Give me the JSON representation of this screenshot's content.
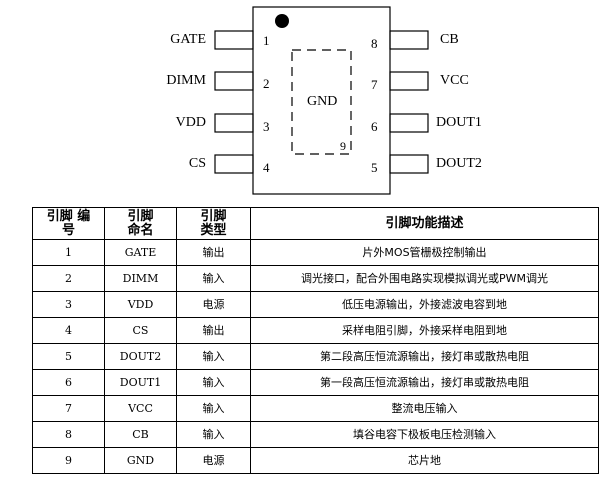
{
  "diagram": {
    "center_label": "GND",
    "pad_number": "9",
    "left_pins": [
      {
        "label": "GATE",
        "number": "1"
      },
      {
        "label": "DIMM",
        "number": "2"
      },
      {
        "label": "VDD",
        "number": "3"
      },
      {
        "label": "CS",
        "number": "4"
      }
    ],
    "right_pins": [
      {
        "label": "CB",
        "number": "8"
      },
      {
        "label": "VCC",
        "number": "7"
      },
      {
        "label": "DOUT1",
        "number": "6"
      },
      {
        "label": "DOUT2",
        "number": "5"
      }
    ]
  },
  "table": {
    "headers": {
      "col1_line1": "引脚 编",
      "col1_line2": "号",
      "col2_line1": "引脚",
      "col2_line2": "命名",
      "col3_line1": "引脚",
      "col3_line2": "类型",
      "col4": "引脚功能描述"
    },
    "rows": [
      {
        "num": "1",
        "name": "GATE",
        "type": "输出",
        "desc": "片外MOS管栅极控制输出"
      },
      {
        "num": "2",
        "name": "DIMM",
        "type": "输入",
        "desc": "调光接口，配合外围电路实现模拟调光或PWM调光"
      },
      {
        "num": "3",
        "name": "VDD",
        "type": "电源",
        "desc": "低压电源输出，外接滤波电容到地"
      },
      {
        "num": "4",
        "name": "CS",
        "type": "输出",
        "desc": "采样电阻引脚，外接采样电阻到地"
      },
      {
        "num": "5",
        "name": "DOUT2",
        "type": "输入",
        "desc": "第二段高压恒流源输出，接灯串或散热电阻"
      },
      {
        "num": "6",
        "name": "DOUT1",
        "type": "输入",
        "desc": "第一段高压恒流源输出，接灯串或散热电阻"
      },
      {
        "num": "7",
        "name": "VCC",
        "type": "输入",
        "desc": "整流电压输入"
      },
      {
        "num": "8",
        "name": "CB",
        "type": "输入",
        "desc": "填谷电容下极板电压检测输入"
      },
      {
        "num": "9",
        "name": "GND",
        "type": "电源",
        "desc": "芯片地"
      }
    ]
  }
}
